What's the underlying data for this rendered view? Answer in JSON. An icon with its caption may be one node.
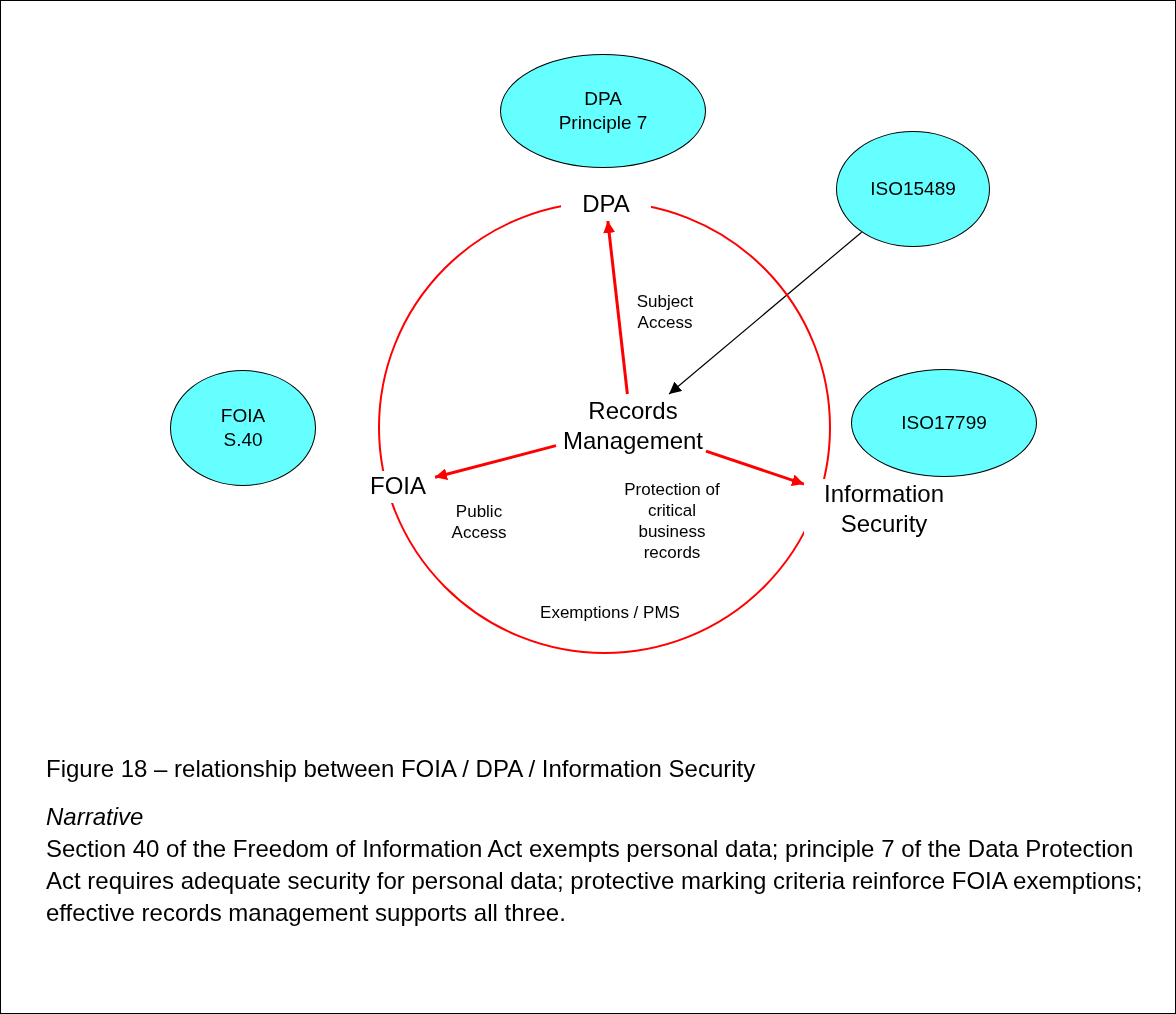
{
  "diagram": {
    "caption": "Figure 18 – relationship between FOIA / DPA / Information Security",
    "nodes": [
      {
        "text": [
          "DPA Principle 7"
        ]
      },
      {
        "text": [
          "ISO15489"
        ]
      },
      {
        "text": [
          "Exemptions / PMS"
        ]
      },
      {
        "text": [
          "DPA"
        ]
      },
      {
        "text": [
          "FOIA S.40"
        ]
      },
      {
        "text": [
          "ISO17799"
        ]
      },
      {
        "text": [
          "Records Management"
        ],
        "in": 2
      },
      {
        "text": [
          "FOIA"
        ]
      },
      {
        "text": [
          "Information Security"
        ]
      }
    ],
    "edges": [
      {
        "from": 6,
        "to": 3,
        "arrow": "to",
        "label": "Subject Access"
      },
      {
        "from": 1,
        "to": 6,
        "arrow": "to",
        "color": "#000000"
      },
      {
        "from": 6,
        "to": 7,
        "arrow": "to",
        "label": "Public Access"
      },
      {
        "from": 6,
        "to": 8,
        "arrow": "to",
        "label": "Protection of critical business records"
      }
    ],
    "labels": [
      "Narrative",
      "Section 40 of the Freedom of Information Act exempts personal data; principle 7 of the Data Protection Act requires adequate security for personal data; protective marking criteria reinforce FOIA exemptions; effective records management supports all three."
    ]
  }
}
